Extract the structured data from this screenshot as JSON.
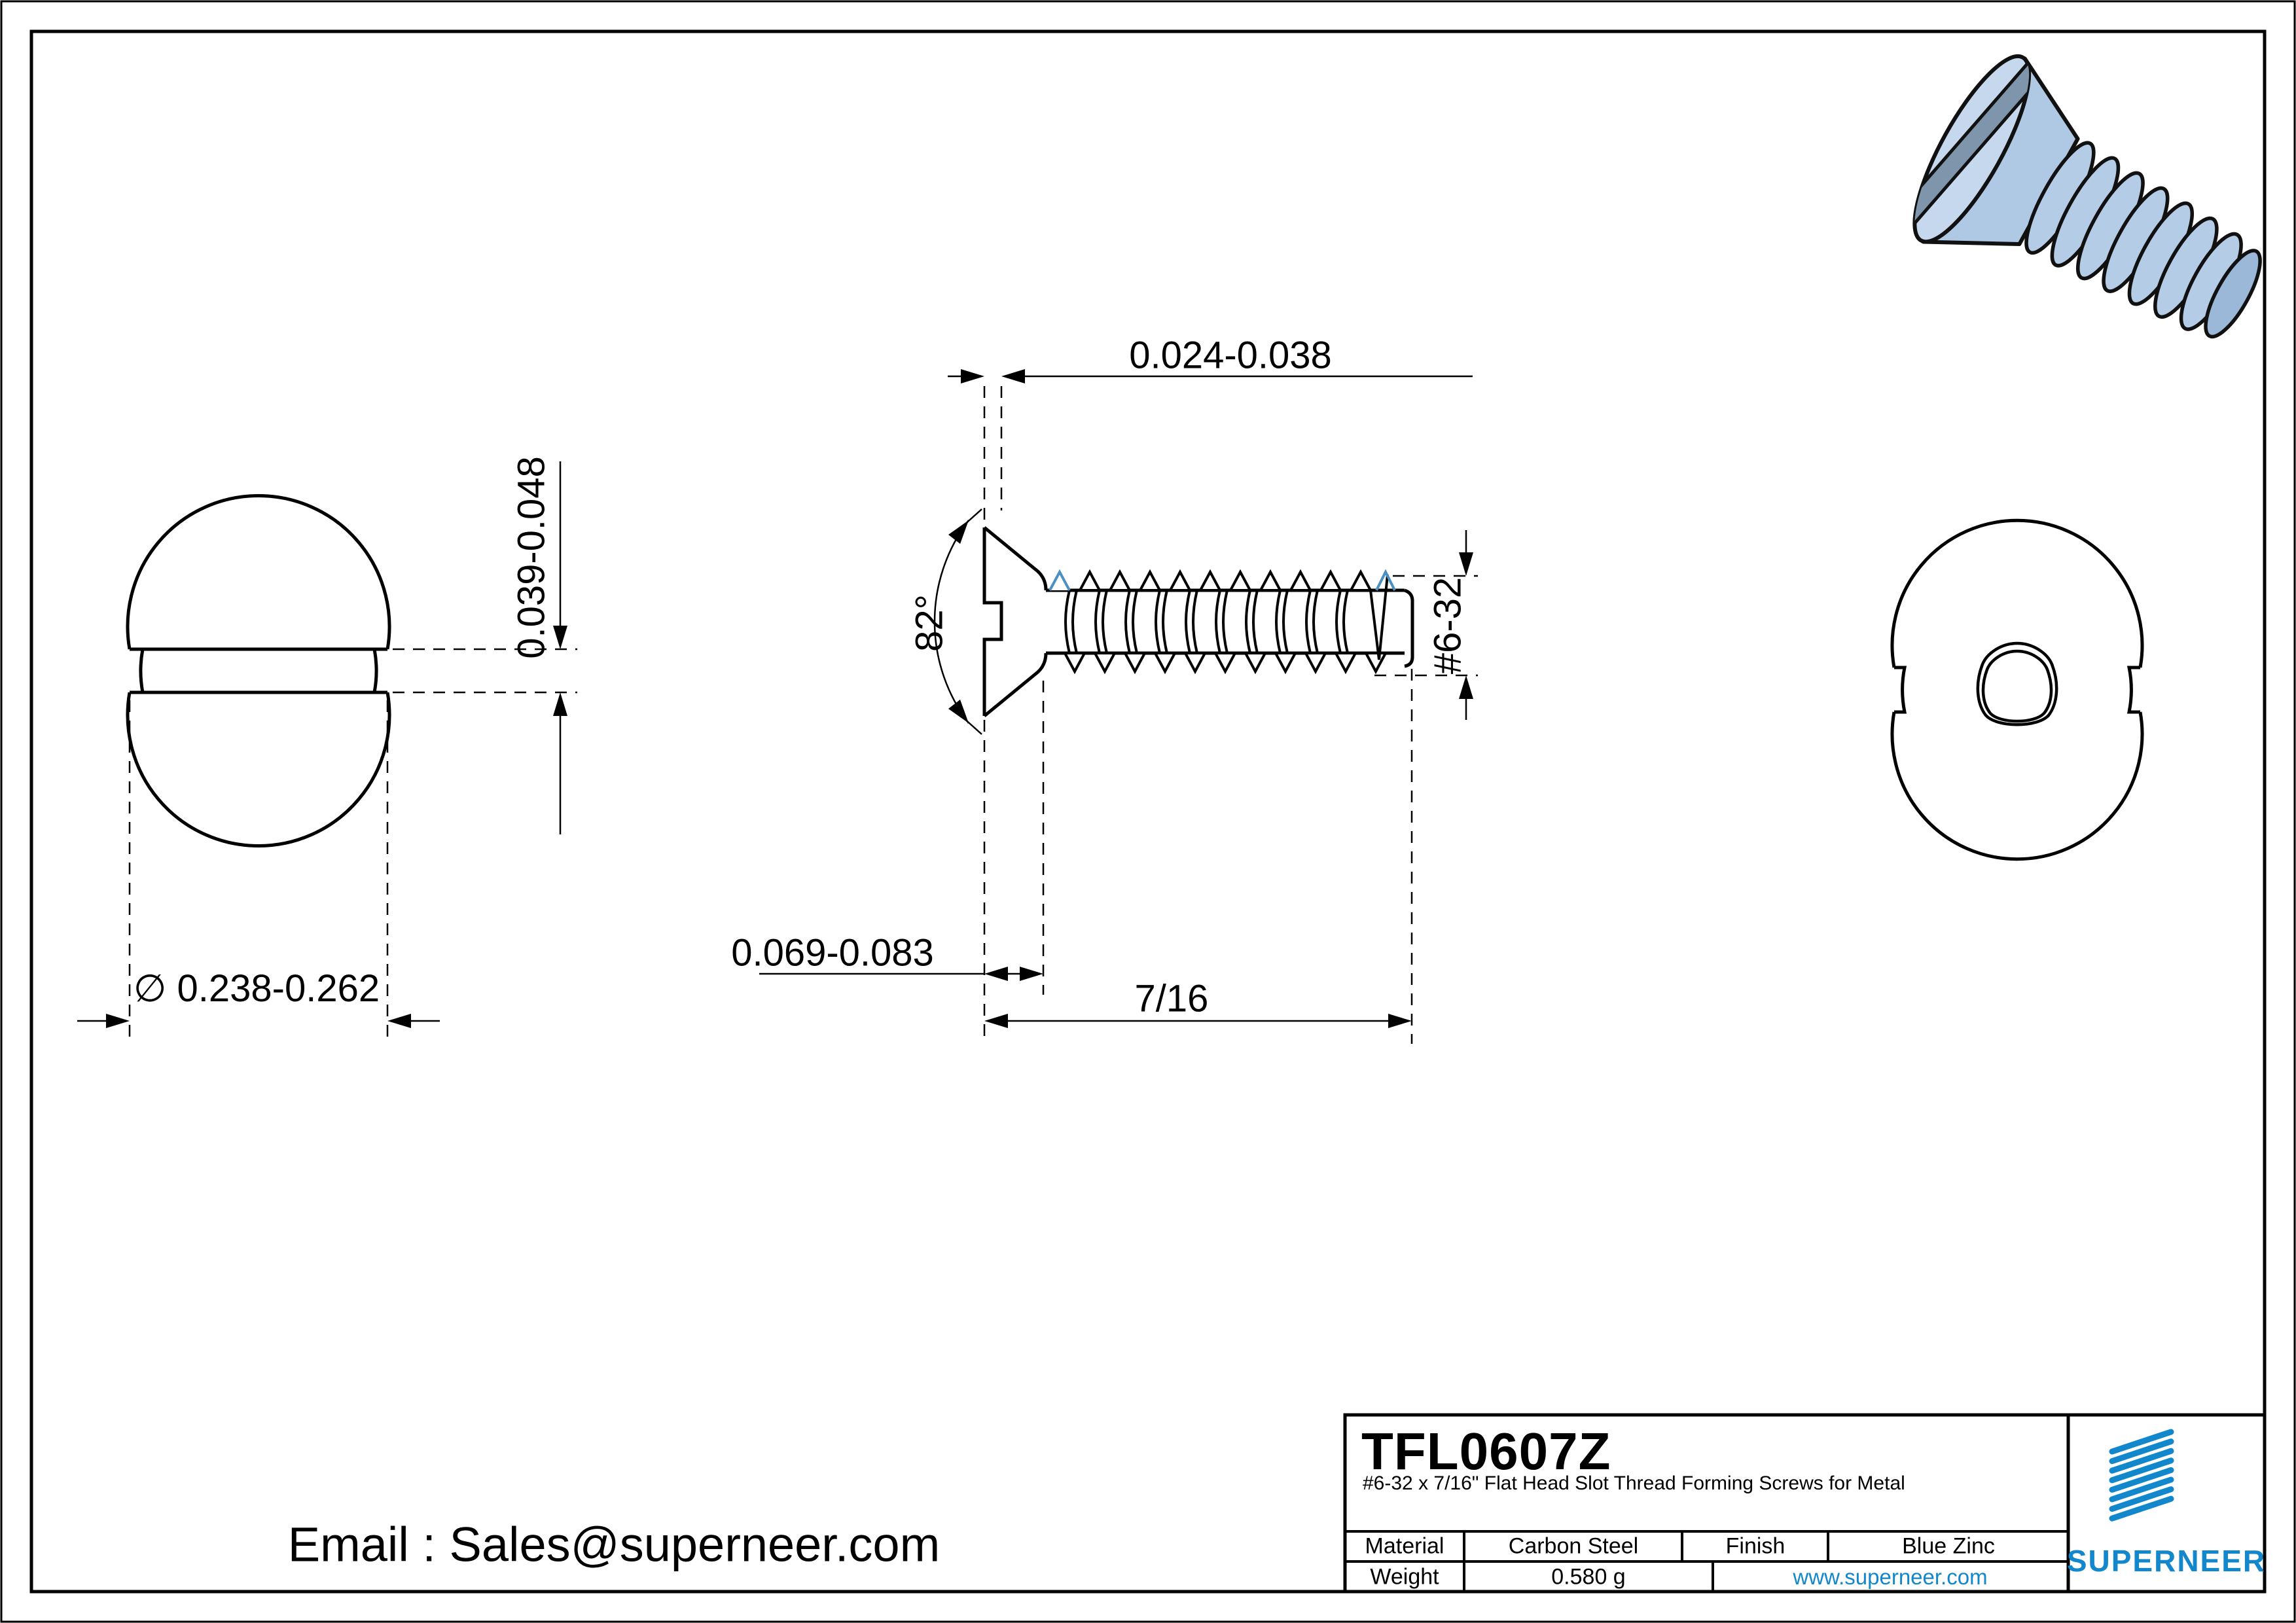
{
  "colors": {
    "drawing_line": "#000000",
    "thread_highlight": "#4A90C4",
    "accent_blue": "#1287CB",
    "screw_body_blue": "#AFC8E4",
    "screw_face_blue": "#C6D8EE",
    "screw_slot_shade": "#7E95AC"
  },
  "dimensions": {
    "slot_width": "0.024-0.038",
    "slot_depth": "0.039-0.048",
    "head_diameter": "∅ 0.238-0.262",
    "head_angle": "82°",
    "head_height": "0.069-0.083",
    "length": "7/16",
    "thread_size": "#6-32"
  },
  "contact": {
    "email": "Email : Sales@superneer.com"
  },
  "title_block": {
    "part_number": "TFL0607Z",
    "description": "#6-32 x 7/16\" Flat Head Slot Thread Forming Screws for Metal",
    "material_label": "Material",
    "material_value": "Carbon Steel",
    "finish_label": "Finish",
    "finish_value": "Blue Zinc",
    "weight_label": "Weight",
    "weight_value": "0.580 g",
    "website": "www.superneer.com",
    "brand": "SUPERNEER"
  }
}
